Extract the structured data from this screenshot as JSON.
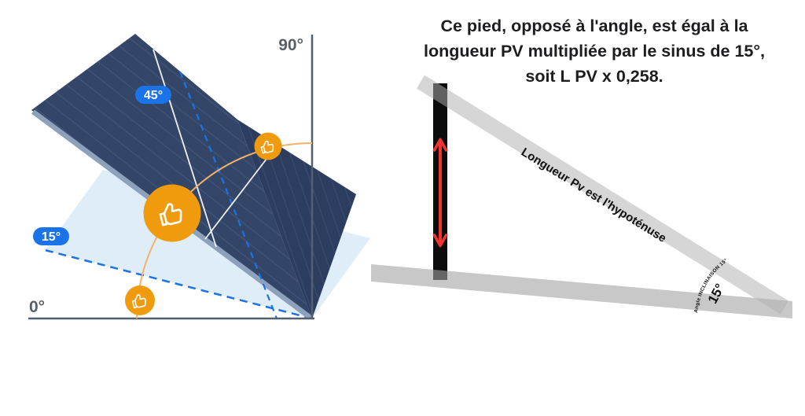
{
  "left_diagram": {
    "angle_labels": {
      "a90": "90°",
      "a45": "45°",
      "a15": "15°",
      "a0": "0°"
    },
    "colors": {
      "panel_navy": "#334668",
      "panel_navy_dark": "#2c3d60",
      "panel_edge": "#8da0bc",
      "ghost_blue": "#dcebf8",
      "accent_blue": "#1a73e8",
      "axis_gray": "#53606f",
      "label_gray": "#5a5f66",
      "thumb_orange": "#f09a0e",
      "arc_orange": "#f3b269"
    }
  },
  "right_diagram": {
    "title_lines": [
      "Ce pied, opposé à l'angle, est égal à la",
      "longueur PV multipliée par le sinus de 15°,",
      "soit L PV x 0,258."
    ],
    "hypotenuse_label": "Longueur Pv  est l'hypoténuse",
    "angle_value_label": "15°",
    "angle_arc_label": "Angle INCLINAISON 15°",
    "colors": {
      "hyp_gray": "#b0b0b2",
      "base_gray": "#a3a3a5",
      "pied_black": "#0c0c0c",
      "arrow_red": "#f03430",
      "bar_text": "#111111"
    }
  }
}
